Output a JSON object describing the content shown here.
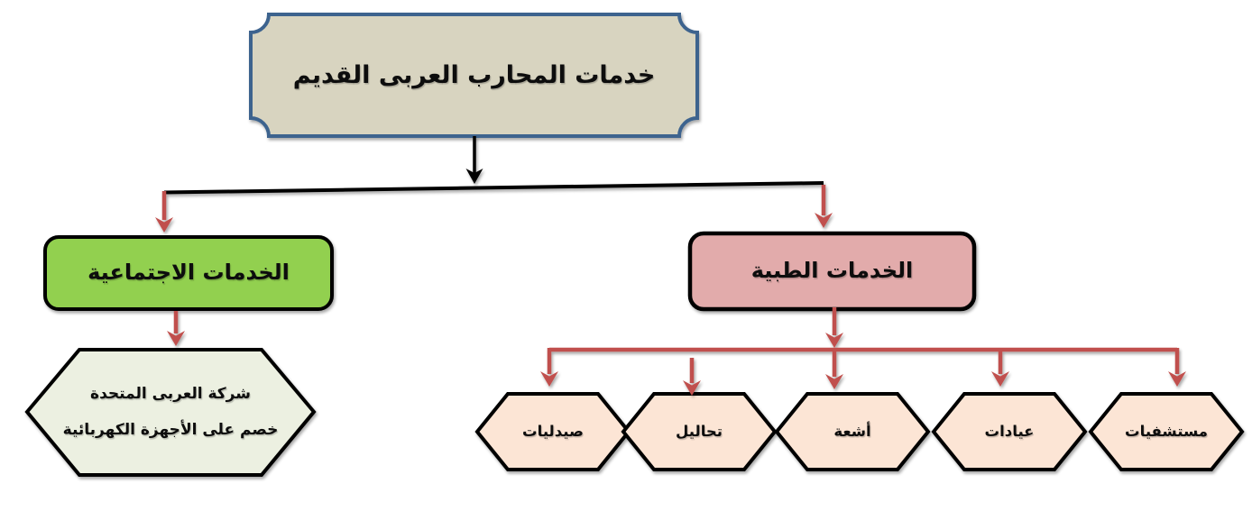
{
  "diagram": {
    "root": {
      "label": "خدمات المحارب العربى القديم"
    },
    "social": {
      "label": "الخدمات الاجتماعية"
    },
    "medical": {
      "label": "الخدمات الطبية"
    },
    "social_child": {
      "line1": "شركة العربى المتحدة",
      "line2": "خصم على الأجهزة الكهربائية"
    },
    "medical_children": [
      {
        "label": "صيدليات"
      },
      {
        "label": "تحاليل"
      },
      {
        "label": "أشعة"
      },
      {
        "label": "عيادات"
      },
      {
        "label": "مستشفيات"
      }
    ]
  },
  "colors": {
    "root_fill": "#d8d4c0",
    "root_border": "#3e648e",
    "social_fill": "#92d050",
    "medical_fill": "#e2abab",
    "big_hex_fill": "#ecf0e1",
    "small_hex_fill": "#fce5d5",
    "shape_border": "#000000",
    "arrow_red": "#c0504d",
    "arrow_black": "#000000"
  }
}
